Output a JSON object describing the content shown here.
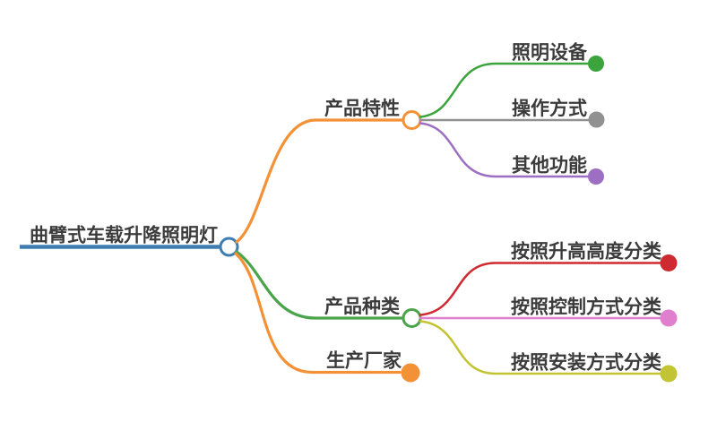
{
  "mindmap": {
    "text_color": "#3b3b3b",
    "background_color": "#ffffff",
    "root": {
      "label": "曲臂式车载升降照明灯",
      "color": "#3e7db2"
    },
    "branches": [
      {
        "label": "产品特性",
        "color": "#f39136",
        "children": [
          {
            "label": "照明设备",
            "color": "#3ca43c"
          },
          {
            "label": "操作方式",
            "color": "#919191"
          },
          {
            "label": "其他功能",
            "color": "#9d6fc3"
          }
        ]
      },
      {
        "label": "产品种类",
        "color": "#4aa44a",
        "children": [
          {
            "label": "按照升高高度分类",
            "color": "#cf2a31"
          },
          {
            "label": "按照控制方式分类",
            "color": "#df7fce"
          },
          {
            "label": "按照安装方式分类",
            "color": "#c2c433"
          }
        ]
      },
      {
        "label": "生产厂家",
        "color": "#f39136",
        "children": []
      }
    ]
  }
}
